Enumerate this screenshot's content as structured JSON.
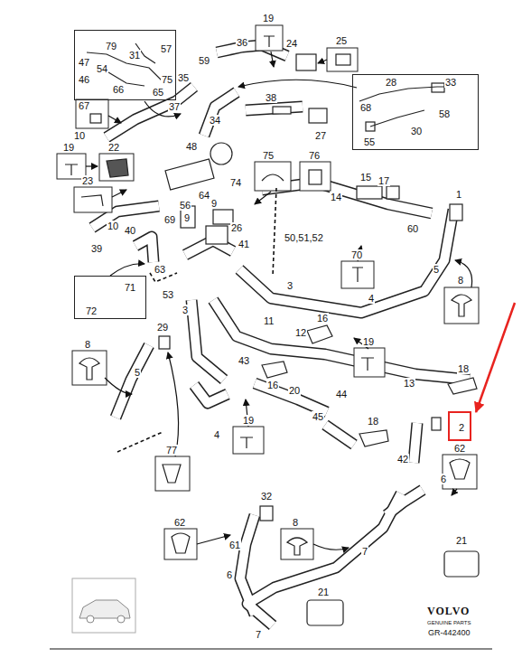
{
  "diagram": {
    "nodes": [
      {
        "text": [
          "47",
          "79",
          "31",
          "57",
          "54",
          "75",
          "46",
          "66",
          "65"
        ]
      },
      {
        "text": [
          "28",
          "33",
          "68",
          "58",
          "55",
          "30"
        ]
      },
      {
        "text": [
          "71",
          "72"
        ]
      },
      {
        "text": [
          "2"
        ]
      }
    ],
    "labels": [
      "19",
      "36",
      "24",
      "25",
      "59",
      "35",
      "38",
      "37",
      "67",
      "34",
      "27",
      "10",
      "19",
      "22",
      "48",
      "75",
      "76",
      "23",
      "74",
      "56",
      "64",
      "17",
      "14",
      "15",
      "1",
      "10",
      "69",
      "9",
      "9",
      "26",
      "50,51,52",
      "60",
      "40",
      "39",
      "41",
      "63",
      "70",
      "5",
      "8",
      "53",
      "3",
      "4",
      "3",
      "11",
      "16",
      "12",
      "29",
      "8",
      "19",
      "5",
      "43",
      "16",
      "13",
      "18",
      "44",
      "20",
      "45",
      "18",
      "19",
      "4",
      "42",
      "62",
      "77",
      "6",
      "32",
      "62",
      "8",
      "61",
      "7",
      "21",
      "6",
      "7",
      "21",
      "VOLVO",
      "GENUINE PARTS",
      "GR-442400"
    ]
  }
}
